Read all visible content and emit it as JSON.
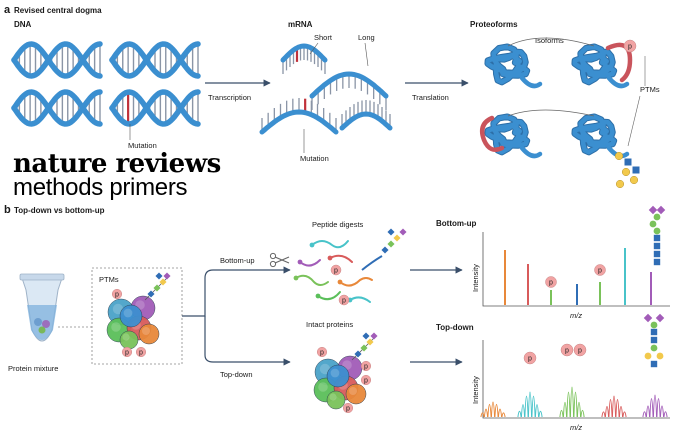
{
  "panel_a": {
    "letter": "a",
    "title": "Revised central dogma",
    "dna": "DNA",
    "mutation_dna": "Mutation",
    "transcription": "Transcription",
    "mrna": "mRNA",
    "short": "Short",
    "long": "Long",
    "mutation_mrna": "Mutation",
    "translation": "Translation",
    "proteoforms": "Proteoforms",
    "isoforms": "Isoforms",
    "ptms": "PTMs",
    "p": "p"
  },
  "logo": {
    "line1": "nature reviews",
    "line2": "methods primers"
  },
  "panel_b": {
    "letter": "b",
    "title": "Top-down vs bottom-up",
    "protein_mixture": "Protein mixture",
    "ptms": "PTMs",
    "bottom_up": "Bottom-up",
    "top_down": "Top-down",
    "peptide_digests": "Peptide digests",
    "intact_proteins": "Intact proteins",
    "bottom_up_title": "Bottom-up",
    "top_down_title": "Top-down",
    "intensity": "Intensity",
    "mz": "m/z",
    "p": "p"
  },
  "colors": {
    "dna": "#3b8fd0",
    "mutation": "#c0313a",
    "rung": "#8a95a6",
    "p_badge": "#f1a3a3",
    "arrow": "#3a4f6a",
    "peak_orange": "#e8883a",
    "peak_teal": "#48c3c9",
    "peak_green": "#7ac25a",
    "peak_red": "#d85b5b",
    "peak_purple": "#a25cb8",
    "peak_blue": "#2f6db5"
  }
}
